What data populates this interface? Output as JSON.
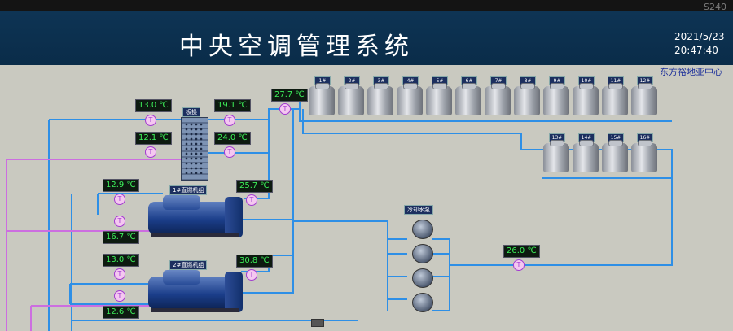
{
  "monitor_label": "S240",
  "header": {
    "title": "中央空调管理系统",
    "date": "2021/5/23",
    "time": "20:47:40",
    "location": "东方裕地亚中心"
  },
  "colors": {
    "header_bg": "#0e3454",
    "panel_bg": "#c9c9c0",
    "pipe_blue": "#2e8fe6",
    "pipe_pink": "#cc6ee0",
    "value_text": "#3df05a"
  },
  "heat_exchanger": {
    "label": "板换"
  },
  "chillers": [
    {
      "label": "1#直燃机组"
    },
    {
      "label": "2#直燃机组"
    }
  ],
  "pump_group": {
    "label": "冷却水泵"
  },
  "towers": [
    "1#",
    "2#",
    "3#",
    "4#",
    "5#",
    "6#",
    "7#",
    "8#",
    "9#",
    "10#",
    "11#",
    "12#",
    "13#",
    "14#",
    "15#",
    "16#"
  ],
  "sensor_symbol": "T",
  "readings": {
    "hx_left_top": "13.0 ℃",
    "hx_left_bottom": "12.1 ℃",
    "hx_right_top": "19.1 ℃",
    "hx_right_bottom": "24.0 ℃",
    "tower_supply": "27.7 ℃",
    "ch1_left_top": "12.9 ℃",
    "ch1_left_bottom": "16.7 ℃",
    "ch1_right": "25.7 ℃",
    "ch2_left_top": "13.0 ℃",
    "ch2_left_bottom": "12.6 ℃",
    "ch2_right": "30.8 ℃",
    "pump_outlet": "26.0 ℃"
  }
}
